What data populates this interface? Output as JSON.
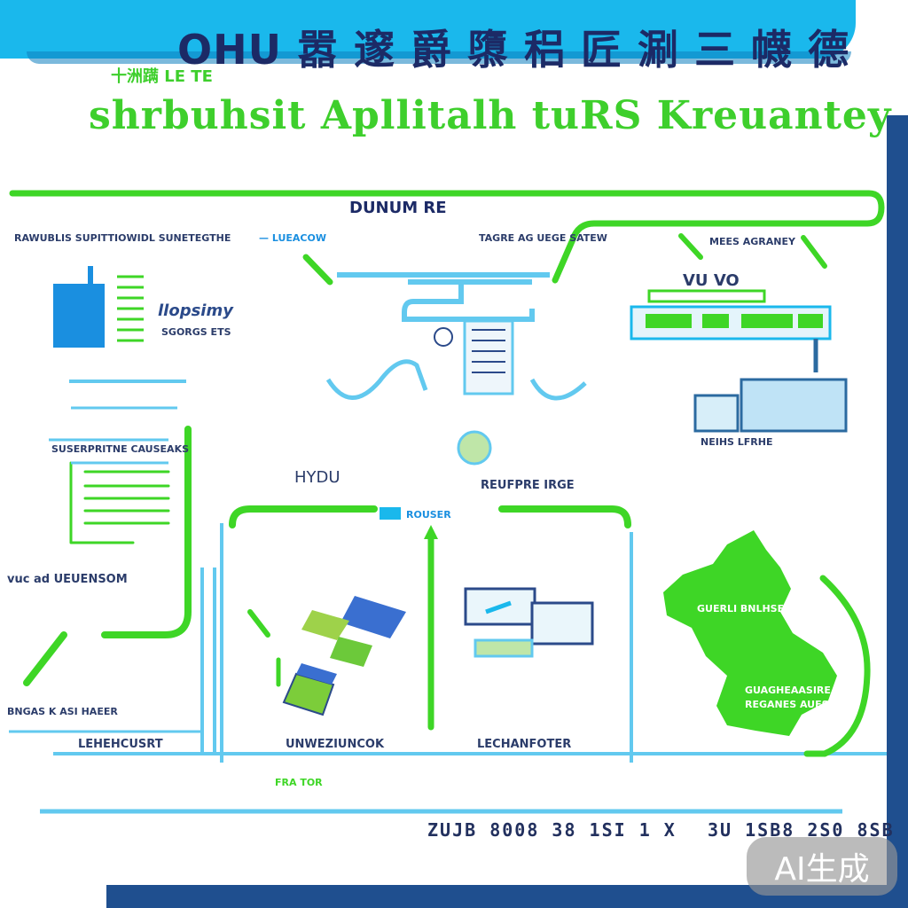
{
  "header": {
    "title": "OHU 嚣 邃 爵 隳 稆 匠 涮 三 幭 德",
    "subtitle": "十洲蹒 LE TE",
    "tagline": "shrbuhsit Apllitalh tuRS Kreuantey"
  },
  "top_section": {
    "center_label": "DUNUM RE",
    "left_caption": "RAWUBLIS SUPITTIOWIDL SUNETEGTHE",
    "left_caption_suffix": "— LUEACOW",
    "right_caption": "TAGRE AG UEGE SATEW",
    "right_box_title": "VU VO",
    "right_box_caption": "NEIHS LFRHE",
    "right_top_caption": "MEES AGRANEY"
  },
  "left_panel": {
    "badge_label": "llopsimy",
    "badge_caption": "SGORGS ETS",
    "list_caption": "SUSERPRITNE CAUSEAKS",
    "side_caption": "vuc ad UEUENSOM",
    "bottom_caption": "BNGAS K ASI HAEER",
    "footer_caption": "LEHEHCUSRT"
  },
  "mid_section": {
    "left_label": "HYDU",
    "right_label": "REUFPRE IRGE",
    "connector_label": "ROUSER"
  },
  "bottom_panels": [
    {
      "caption": "UNWEZIUNCOK"
    },
    {
      "caption": "LECHANFOTER"
    }
  ],
  "map_panel": {
    "caption_top": "GUERLI BNLHSE",
    "caption_mid": "GUAGHEAASIRE",
    "caption_bottom": "REGANES AUFS"
  },
  "footer": {
    "small_label": "FRA TOR",
    "barcode_left": "ZUJB 8008 38 1SI 1 X",
    "barcode_right": "3U 1SB8 2S0 8SB"
  },
  "watermark": "AI生成",
  "colors": {
    "green": "#3ed626",
    "cyan": "#1ab8ec",
    "navy": "#1f4f8f",
    "text_dark": "#1c2a66"
  }
}
